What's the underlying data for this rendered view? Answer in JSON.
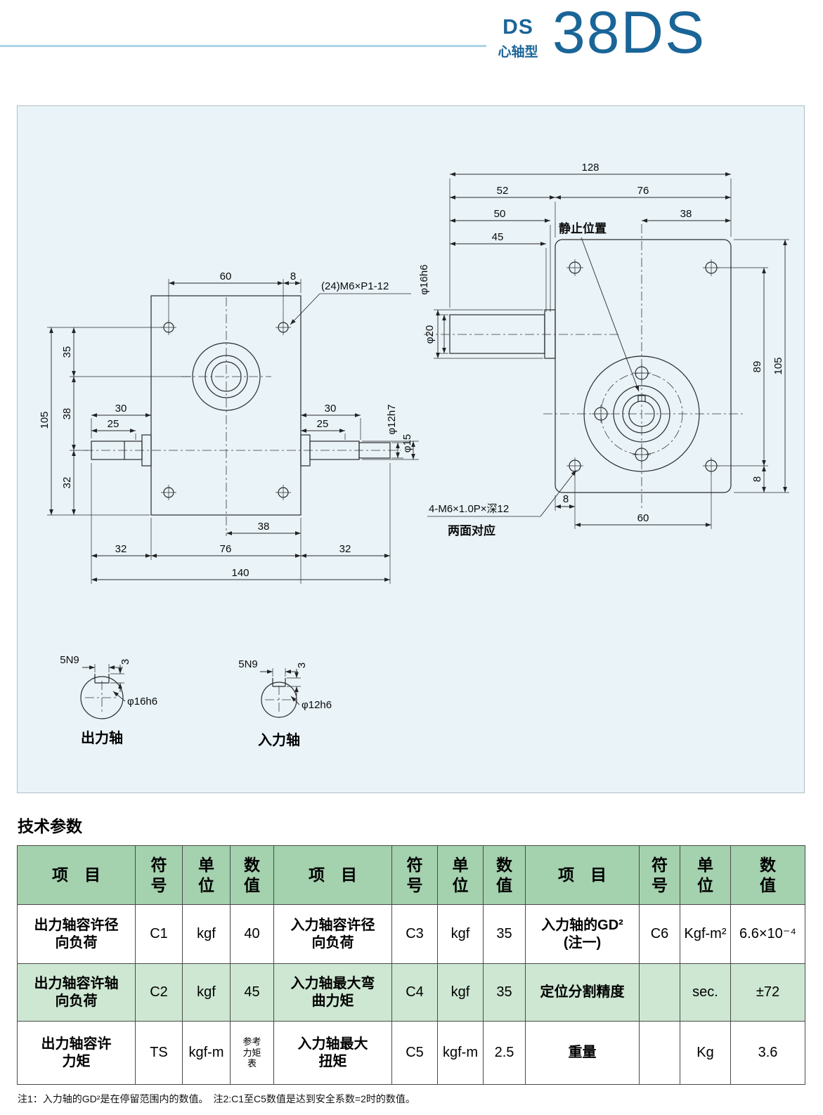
{
  "header": {
    "series": "DS",
    "series_type": "心轴型",
    "model": "38DS"
  },
  "drawing": {
    "front": {
      "d60": "60",
      "d8": "8",
      "bolt_note": "(24)M6×P1-12",
      "d105": "105",
      "d35": "35",
      "d38": "38",
      "d32": "32",
      "l30": "30",
      "l25": "25",
      "r30": "30",
      "r25": "25",
      "dia12h7": "φ12h7",
      "dia15": "φ15",
      "b38": "38",
      "b32a": "32",
      "b76": "76",
      "b32b": "32",
      "b140": "140"
    },
    "side": {
      "d128": "128",
      "d52": "52",
      "d76": "76",
      "d50": "50",
      "d38": "38",
      "d45": "45",
      "rest_label": "静止位置",
      "dia16h6": "φ16h6",
      "dia20": "φ20",
      "d89": "89",
      "d105": "105",
      "d8side": "8",
      "b8": "8",
      "b60": "60",
      "tap_note": "4-M6×1.0P×深12",
      "tap_note2": "两面对应"
    },
    "sections": {
      "out": {
        "key": "5N9",
        "depth": "3",
        "dia": "φ16h6",
        "label": "出力轴"
      },
      "inp": {
        "key": "5N9",
        "depth": "3",
        "dia": "φ12h6",
        "label": "入力轴"
      }
    }
  },
  "params": {
    "title": "技术参数",
    "headers": {
      "item": "项　目",
      "symbol": "符\n号",
      "unit": "单\n位",
      "value": "数\n值"
    },
    "rows": [
      {
        "item1": "出力轴容许径\n向负荷",
        "sym1": "C1",
        "unit1": "kgf",
        "val1": "40",
        "item2": "入力轴容许径\n向负荷",
        "sym2": "C3",
        "unit2": "kgf",
        "val2": "35",
        "item3": "入力轴的GD²\n(注一)",
        "sym3": "C6",
        "unit3": "Kgf-m²",
        "val3": "6.6×10⁻⁴"
      },
      {
        "item1": "出力轴容许轴\n向负荷",
        "sym1": "C2",
        "unit1": "kgf",
        "val1": "45",
        "item2": "入力轴最大弯\n曲力矩",
        "sym2": "C4",
        "unit2": "kgf",
        "val2": "35",
        "item3": "定位分割精度",
        "sym3": "",
        "unit3": "sec.",
        "val3": "±72"
      },
      {
        "item1": "出力轴容许\n力矩",
        "sym1": "TS",
        "unit1": "kgf-m",
        "val1": "参考\n力矩\n表",
        "item2": "入力轴最大\n扭矩",
        "sym2": "C5",
        "unit2": "kgf-m",
        "val2": "2.5",
        "item3": "重量",
        "sym3": "",
        "unit3": "Kg",
        "val3": "3.6"
      }
    ],
    "notes": "注1：入力轴的GD²是在停留范围内的数值。　注2:C1至C5数值是达到安全系数=2时的数值。"
  }
}
